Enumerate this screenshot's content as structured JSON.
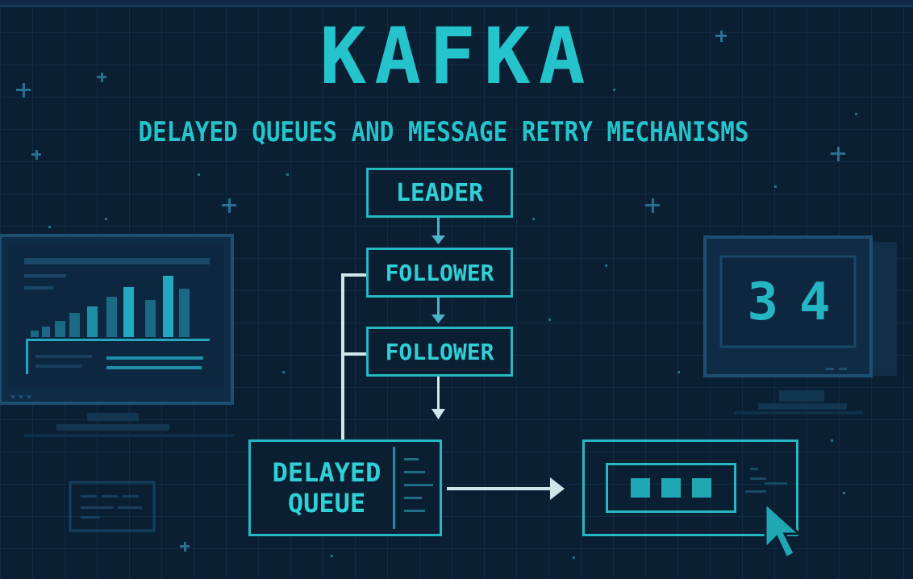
{
  "title": "KAFKA",
  "subtitle": "DELAYED QUEUES AND MESSAGE RETRY MECHANISMS",
  "nodes": {
    "leader": "LEADER",
    "follower_1": "FOLLOWER",
    "follower_2": "FOLLOWER",
    "delayed_queue_line1": "DELAYED",
    "delayed_queue_line2": "QUEUE"
  },
  "counter": {
    "digit_1": "3",
    "digit_2": "4"
  },
  "colors": {
    "background": "#0b1f33",
    "accent": "#25c4cc",
    "box_border": "#26b8c2",
    "connector": "#cfe6ea"
  },
  "icons": [
    "monitor-icon",
    "bar-chart-icon",
    "counter-monitor-icon",
    "cursor-arrow-icon",
    "retry-slots-icon"
  ]
}
